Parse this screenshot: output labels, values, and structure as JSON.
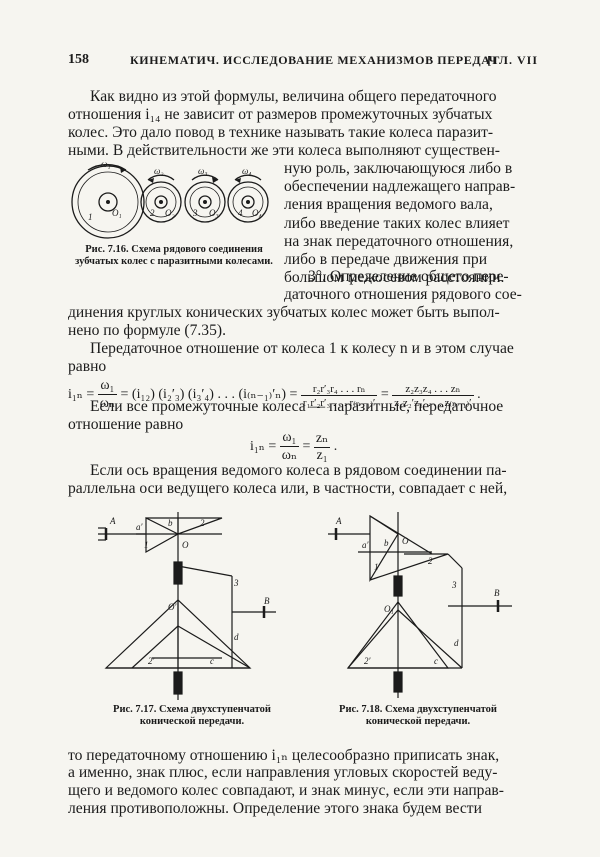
{
  "header": {
    "page_number": "158",
    "running_title": "КИНЕМАТИЧ. ИССЛЕДОВАНИЕ МЕХАНИЗМОВ ПЕРЕДАЧ",
    "chapter": "[ГЛ. VII"
  },
  "para1": {
    "line1": "Как видно из этой формулы, величина общего передаточного",
    "line2": "отношения i₁₄ не зависит от размеров промежуточных зубчатых",
    "line3": "колес. Это дало повод в технике называть такие колеса паразит-",
    "line4": "ными. В действительности же эти колеса выполняют существен-",
    "right_lines": [
      "ную роль, заключающуюся либо в",
      "обеспечении надлежащего направ-",
      "ления вращения ведомого вала,",
      "либо введение таких колес влияет",
      "на знак передаточного отношения,",
      "либо в передаче движения при",
      "большом межосевом расстоянии."
    ]
  },
  "para2": {
    "right_lines": [
      "3°. Определение общего пере-",
      "даточного отношения рядового сое-"
    ],
    "line3": "динения круглых конических зубчатых колес может быть выпол-",
    "line4": "нено по формуле (7.35)."
  },
  "para3": {
    "line1": "Передаточное отношение от колеса 1 к колесу n и в этом случае",
    "line2": "равно"
  },
  "formula1": {
    "lhs": "i₁ₙ =",
    "frac_num": "ω₁",
    "frac_den": "ωₙ",
    "product": "= (i₁₂) (i₂′₃) (i₃′₄) . . . (i₍ₙ₋₁₎′ₙ) =",
    "frac2_num": "r₂r′₃r₄ . . . rₙ",
    "frac2_den": "r₁r′₂r′₃ . . . r₍ₙ₋₁₎′",
    "eq": "=",
    "frac3_num": "z₂z₃z₄ . . . zₙ",
    "frac3_den": "z₁z₂′z₃′ . . . z₍ₙ₋₁₎′",
    "end": "."
  },
  "para4": {
    "line1": "Если все промежуточные колеса — паразитные, передаточное",
    "line2": "отношение равно"
  },
  "formula2": {
    "lhs": "i₁ₙ =",
    "frac_num": "ω₁",
    "frac_den": "ωₙ",
    "eq": "=",
    "frac2_num": "zₙ",
    "frac2_den": "z₁",
    "end": "."
  },
  "para5": {
    "line1": "Если ось вращения ведомого колеса в рядовом соединении па-",
    "line2": "раллельна оси ведущего колеса или, в частности, совпадает с ней,"
  },
  "fig716": {
    "caption": "Рис. 7.16. Схема рядового соединения зубчатых колес с паразитными колесами.",
    "labels": [
      "ω₁",
      "ω₂",
      "ω₃",
      "ω₄",
      "O₁",
      "O₂",
      "O₃",
      "O₄",
      "1",
      "2",
      "3",
      "4"
    ]
  },
  "fig717": {
    "caption": "Рис. 7.17. Схема двухступенчатой конической передачи.",
    "labels": [
      "A",
      "a′",
      "b",
      "2",
      "1",
      "O",
      "O′",
      "3",
      "B",
      "d",
      "2′",
      "c"
    ]
  },
  "fig718": {
    "caption": "Рис. 7.18. Схема двухступенчатой конической передачи.",
    "labels": [
      "A",
      "a′",
      "b",
      "2",
      "1",
      "O",
      "3",
      "O₁",
      "B",
      "d",
      "2′",
      "c"
    ]
  },
  "para6": {
    "line1": "то передаточному отношению i₁ₙ целесообразно приписать знак,",
    "line2": "а именно, знак плюс, если направления угловых скоростей веду-",
    "line3": "щего и ведомого колес совпадают, и знак минус, если эти направ-",
    "line4": "ления противоположны. Определение этого знака будем вести"
  }
}
